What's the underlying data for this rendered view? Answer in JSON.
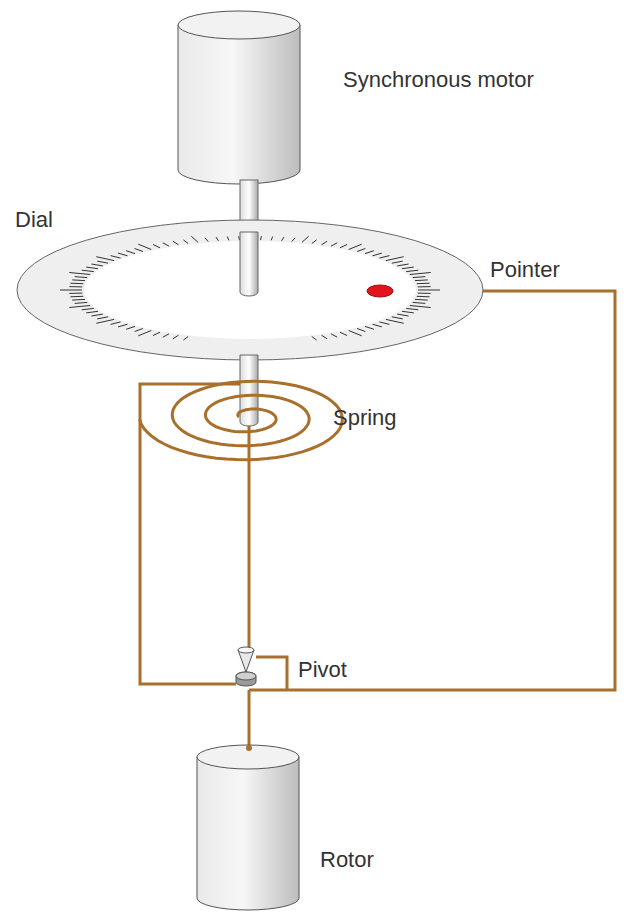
{
  "diagram": {
    "labels": [
      "Synchronous motor",
      "Dial",
      "Pointer",
      "Spring",
      "Pivot",
      "Rotor"
    ]
  }
}
